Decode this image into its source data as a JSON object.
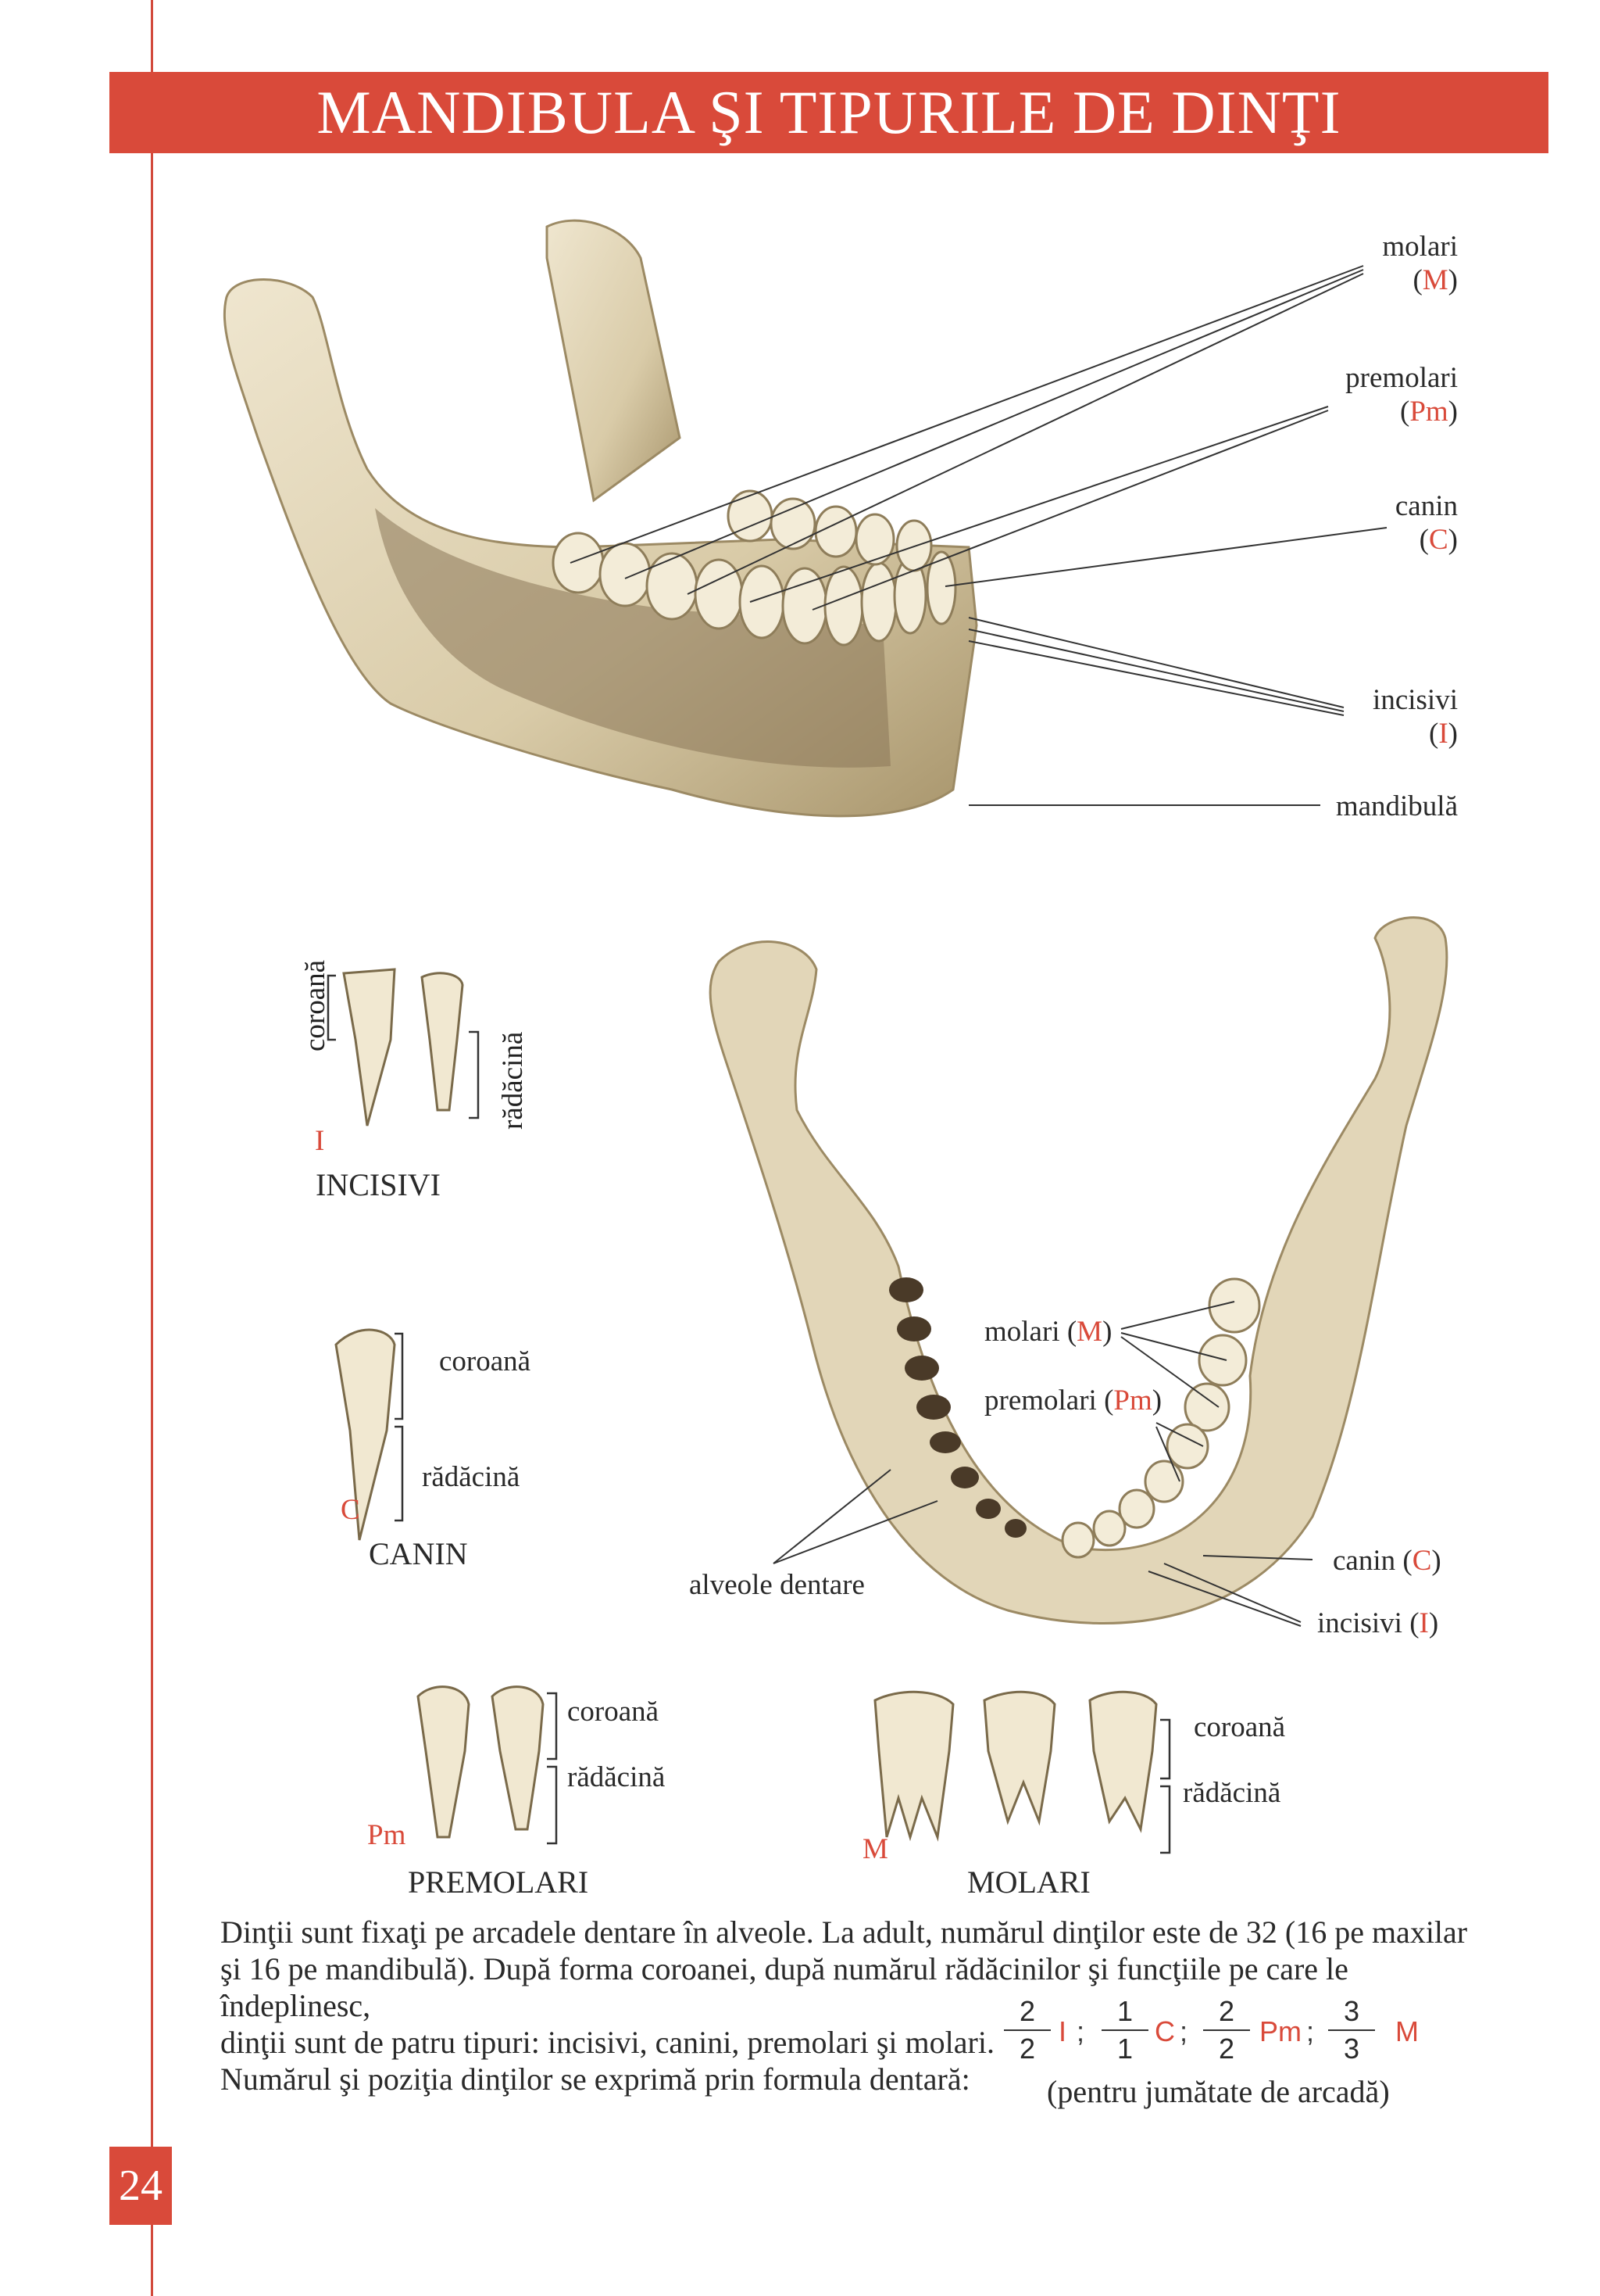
{
  "title": "MANDIBULA ŞI TIPURILE DE DINŢI",
  "top_figure": {
    "labels": {
      "molari": "molari",
      "molari_abbr": "M",
      "premolari": "premolari",
      "premolari_abbr": "Pm",
      "canin": "canin",
      "canin_abbr": "C",
      "incisivi": "incisivi",
      "incisivi_abbr": "I",
      "mandibula": "mandibulă"
    }
  },
  "teeth": {
    "incisivi": {
      "letter": "I",
      "caption": "INCISIVI",
      "crown": "coroană",
      "root": "rădăcină"
    },
    "canin": {
      "letter": "C",
      "caption": "CANIN",
      "crown": "coroană",
      "root": "rădăcină"
    },
    "premolari": {
      "letter": "Pm",
      "caption": "PREMOLARI",
      "crown": "coroană",
      "root": "rădăcină"
    },
    "molari": {
      "letter": "M",
      "caption": "MOLARI",
      "crown": "coroană",
      "root": "rădăcină"
    }
  },
  "arch_figure": {
    "molari": "molari (",
    "molari_abbr": "M",
    "molari_close": ")",
    "premolari": "premolari (",
    "premolari_abbr": "Pm",
    "premolari_close": ")",
    "canin": "canin (",
    "canin_abbr": "C",
    "canin_close": ")",
    "incisivi": "incisivi (",
    "incisivi_abbr": "I",
    "incisivi_close": ")",
    "alveole": "alveole dentare"
  },
  "paragraph": {
    "line1": "Dinţii sunt fixaţi pe arcadele dentare în alveole. La adult, numărul dinţilor este de 32 (16 pe maxilar",
    "line2": "şi 16 pe mandibulă). După forma coroanei, după numărul rădăcinilor şi funcţiile pe care le îndeplinesc,",
    "line3": "dinţii sunt de patru tipuri: incisivi, canini, premolari şi molari.",
    "line4": "Numărul şi poziţia dinţilor se exprimă prin formula dentară:"
  },
  "formula": {
    "terms": [
      {
        "num": "2",
        "den": "2",
        "sym": "I"
      },
      {
        "num": "1",
        "den": "1",
        "sym": "C"
      },
      {
        "num": "2",
        "den": "2",
        "sym": "Pm"
      },
      {
        "num": "3",
        "den": "3",
        "sym": "M"
      }
    ],
    "separator": ";",
    "note": "(pentru jumătate de arcadă)"
  },
  "page_number": "24",
  "colors": {
    "accent": "#d94a3a",
    "bone": "#e6dcc4",
    "bone_shadow": "#8a7a5c"
  }
}
